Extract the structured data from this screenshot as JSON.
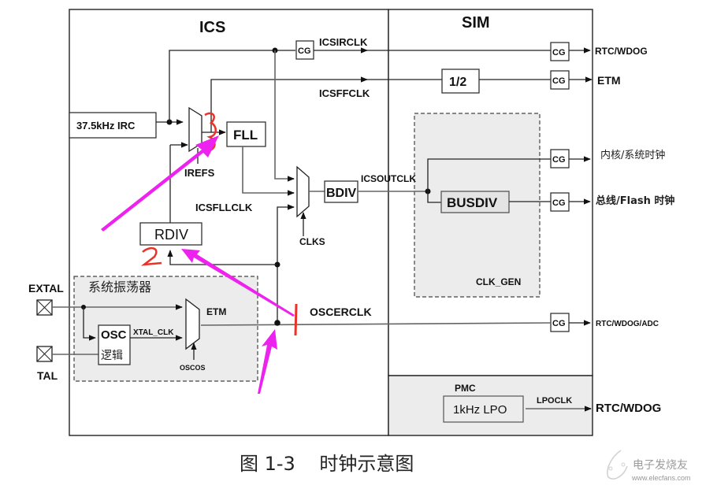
{
  "blocks": {
    "ics_title": "ICS",
    "sim_title": "SIM",
    "irc": "37.5kHz IRC",
    "fll": "FLL",
    "rdiv": "RDIV",
    "bdiv": "BDIV",
    "half_div": "1/2",
    "busdiv": "BUSDIV",
    "clk_gen": "CLK_GEN",
    "sys_osc": "系统振荡器",
    "osc_line1": "OSC",
    "osc_line2": "逻辑",
    "pmc": "PMC",
    "lpo": "1kHz LPO",
    "cg": "CG"
  },
  "signals": {
    "icsirclk": "ICSIRCLK",
    "icsffclk": "ICSFFCLK",
    "icsfllclk": "ICSFLLCLK",
    "icsoutclk": "ICSOUTCLK",
    "oscerclk": "OSCERCLK",
    "irefs": "IREFS",
    "clks": "CLKS",
    "xtal_clk": "XTAL_CLK",
    "etm_inner": "ETM",
    "oscos": "OSCOS",
    "lpoclk": "LPOCLK",
    "extal": "EXTAL",
    "tal": "TAL"
  },
  "outputs": {
    "rtc_wdog_1": "RTC/WDOG",
    "etm": "ETM",
    "core_sys": "内核/系统时钟",
    "bus_flash": "总线/Flash 时钟",
    "rtc_wdog_adc": "RTC/WDOG/ADC",
    "rtc_wdog_2": "RTC/WDOG"
  },
  "annotations": {
    "mark_1": "1",
    "mark_2": "2",
    "mark_3": "3",
    "annotation_color": "#e8332a",
    "arrow_color": "#ee22ee"
  },
  "caption": "图 1-3    时钟示意图",
  "watermark": {
    "line1": "电子发烧友",
    "line2": "www.elecfans.com"
  }
}
